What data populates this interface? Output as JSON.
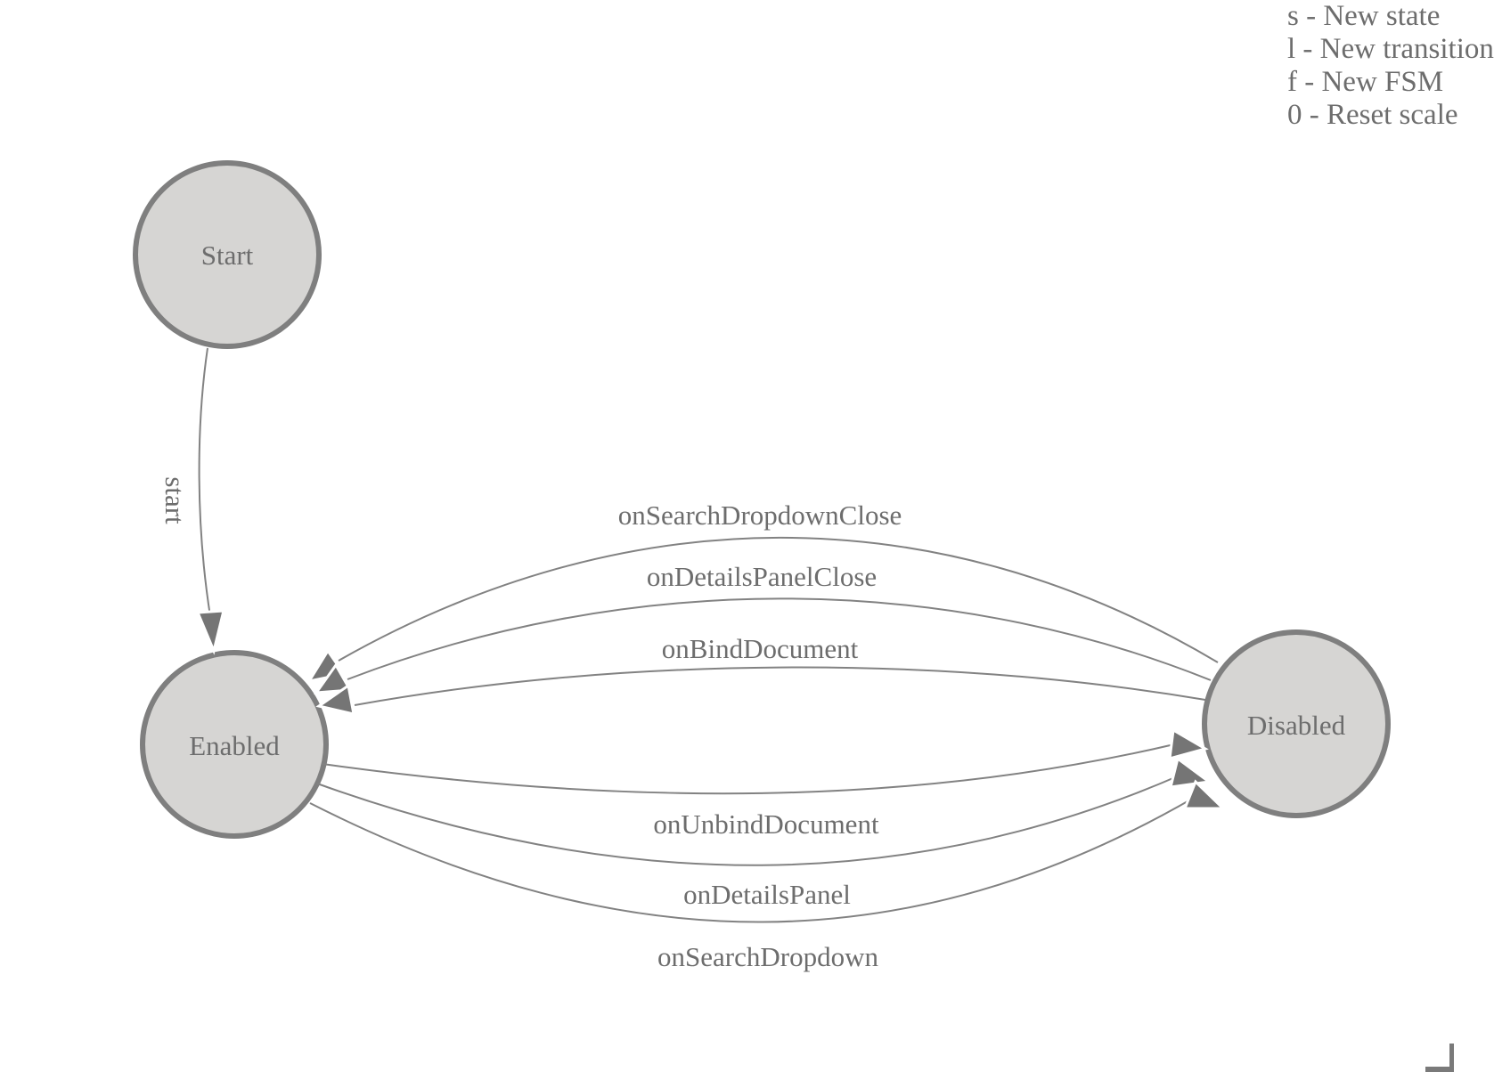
{
  "diagram": {
    "nodes": [
      {
        "label": "Start"
      },
      {
        "label": "Enabled"
      },
      {
        "label": "Disabled"
      }
    ],
    "edges": [
      {
        "label": "start",
        "from": "Start",
        "to": "Enabled"
      },
      {
        "label": "onSearchDropdownClose",
        "from": "Disabled",
        "to": "Enabled"
      },
      {
        "label": "onDetailsPanelClose",
        "from": "Disabled",
        "to": "Enabled"
      },
      {
        "label": "onBindDocument",
        "from": "Disabled",
        "to": "Enabled"
      },
      {
        "label": "onUnbindDocument",
        "from": "Enabled",
        "to": "Disabled"
      },
      {
        "label": "onDetailsPanel",
        "from": "Enabled",
        "to": "Disabled"
      },
      {
        "label": "onSearchDropdown",
        "from": "Enabled",
        "to": "Disabled"
      }
    ]
  },
  "legend": {
    "items": [
      {
        "text": "s - New state"
      },
      {
        "text": "l - New transition"
      },
      {
        "text": "f - New FSM"
      },
      {
        "text": "0 - Reset scale"
      }
    ]
  },
  "colors": {
    "background": "#ffffff",
    "node_fill": "#d6d5d3",
    "node_stroke": "#7f7f7f",
    "edge_stroke": "#828282",
    "arrow_fill": "#757575",
    "text": "#6d6d6d"
  }
}
